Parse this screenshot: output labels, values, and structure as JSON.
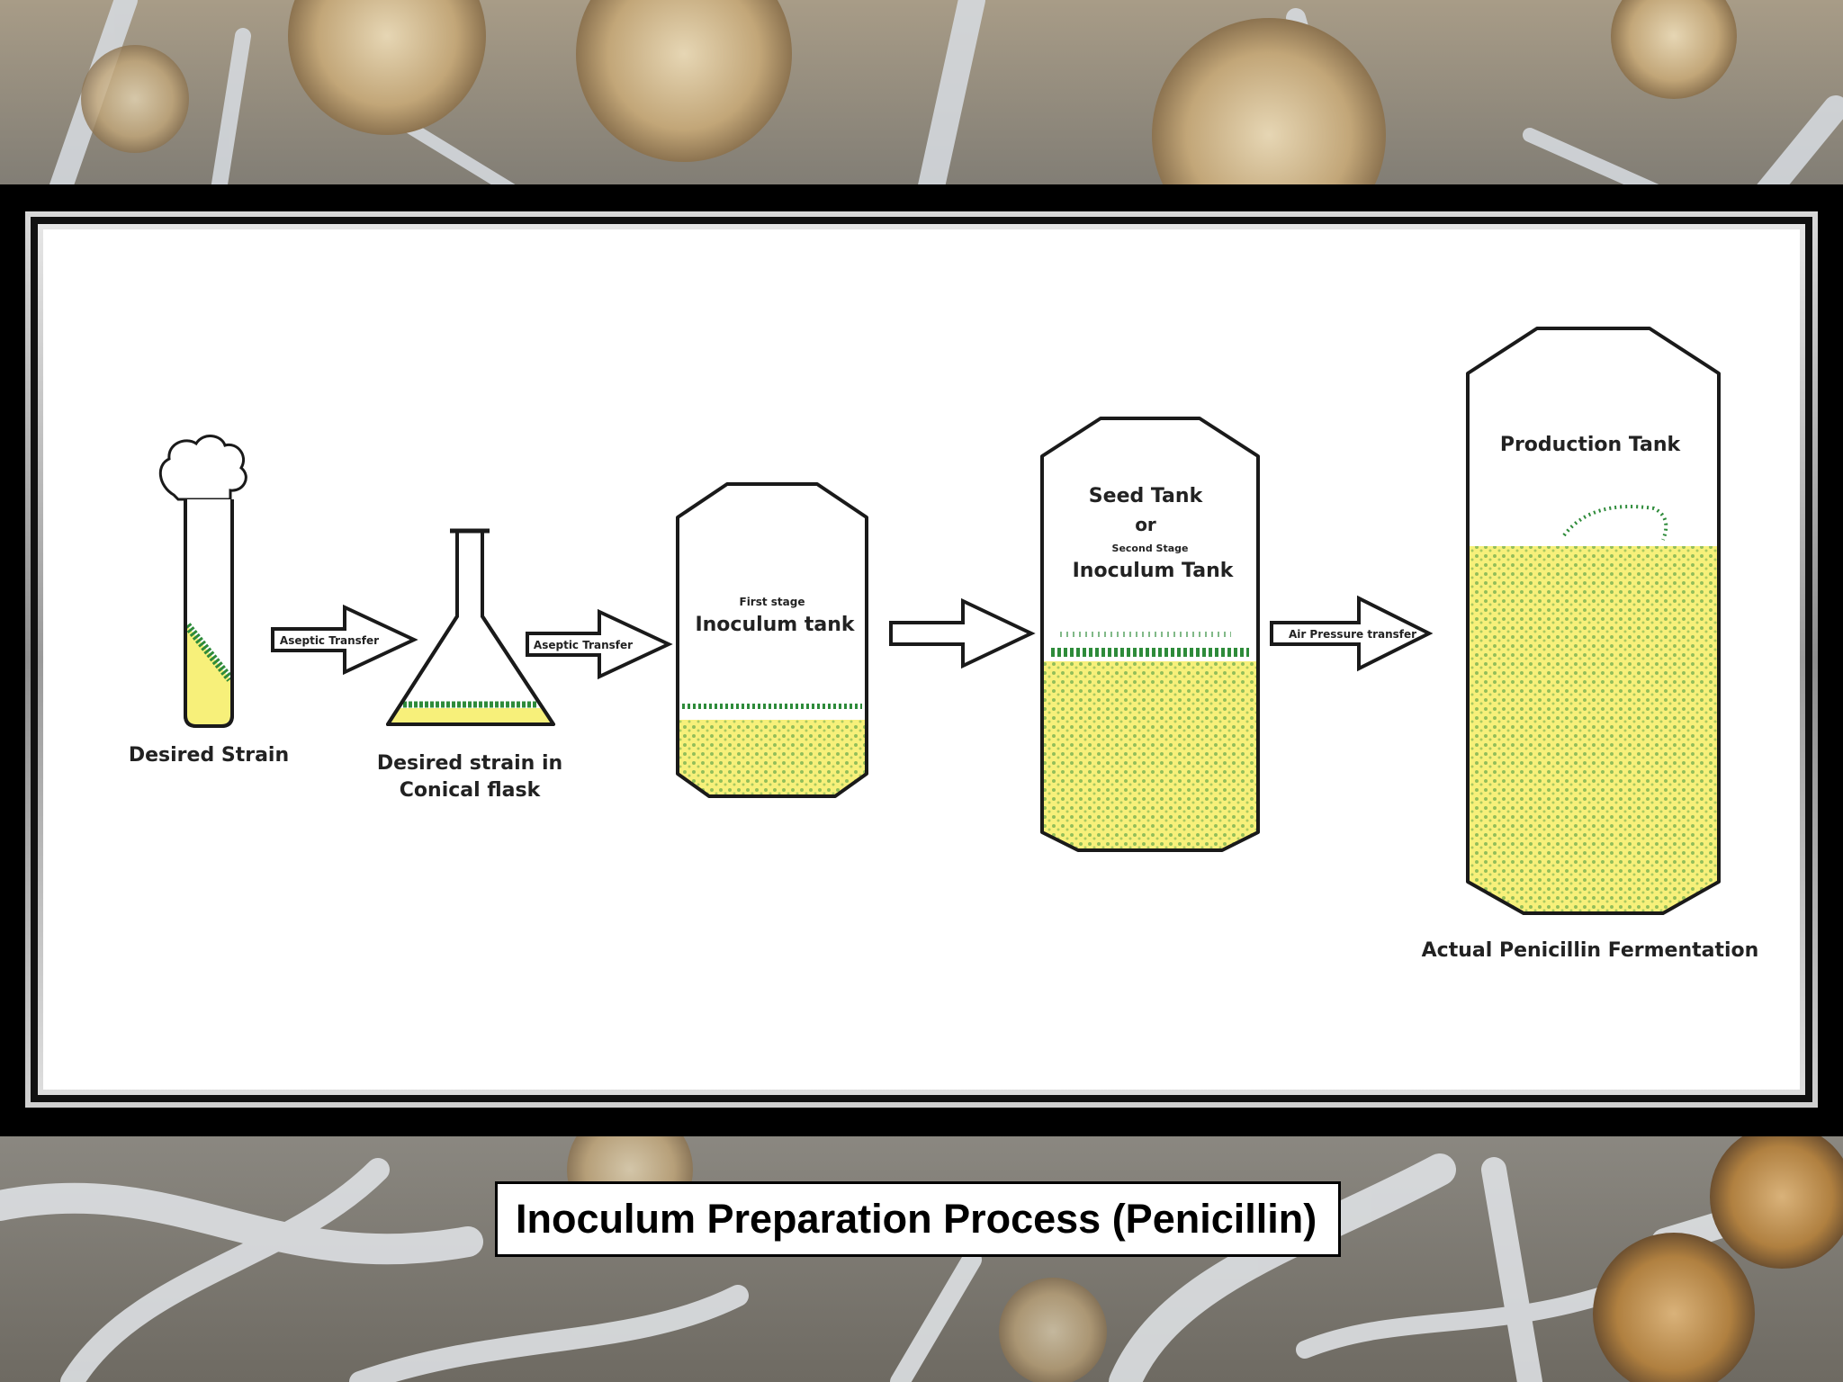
{
  "diagram": {
    "stages": [
      {
        "id": "test-tube",
        "label": "Desired Strain"
      },
      {
        "id": "conical-flask",
        "label_line1": "Desired strain in",
        "label_line2": "Conical flask"
      },
      {
        "id": "first-stage-tank",
        "small_label": "First stage",
        "label": "Inoculum tank"
      },
      {
        "id": "seed-tank",
        "label_line1": "Seed Tank",
        "label_line2": "or",
        "small_label": "Second Stage",
        "label_line3": "Inoculum Tank"
      },
      {
        "id": "production-tank",
        "label": "Production Tank",
        "caption": "Actual Penicillin Fermentation"
      }
    ],
    "arrows": [
      {
        "label": "Aseptic Transfer"
      },
      {
        "label": "Aseptic Transfer"
      },
      {
        "label": ""
      },
      {
        "label": "Air Pressure transfer"
      }
    ],
    "colors": {
      "medium": "#f7f07a",
      "culture": "#2e8b3a",
      "outline": "#1a1a1a"
    }
  },
  "caption": {
    "title": "Inoculum Preparation Process (Penicillin)"
  }
}
